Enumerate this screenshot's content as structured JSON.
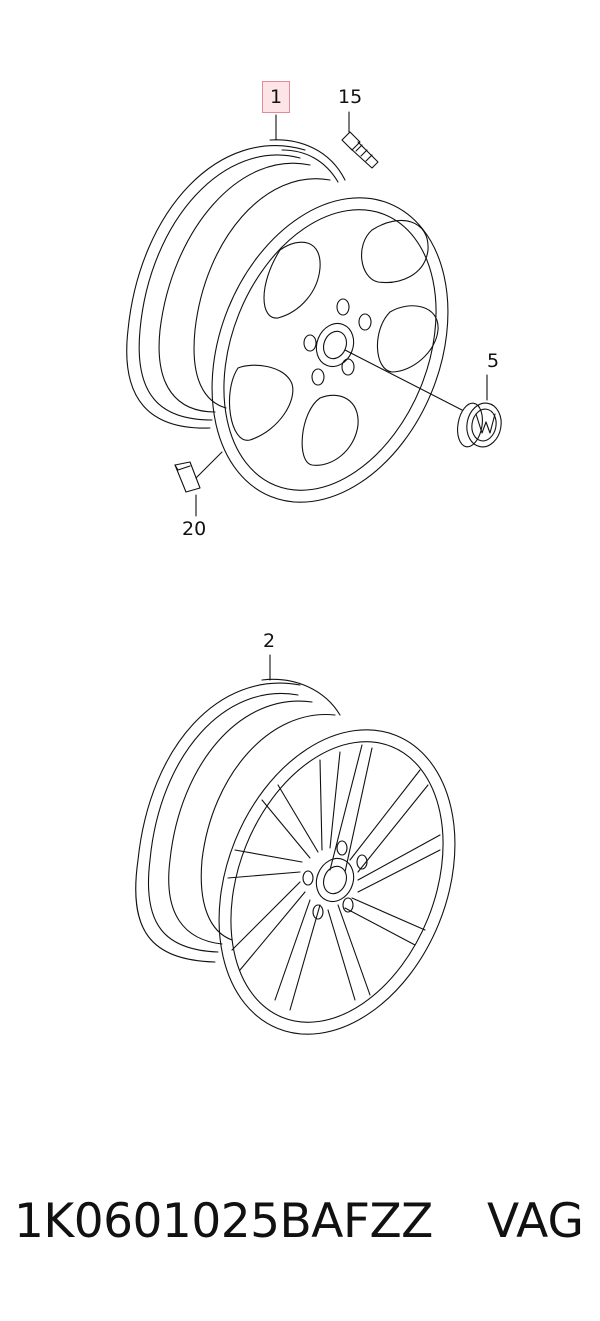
{
  "callouts": {
    "wheel_1": "1",
    "bolt_15": "15",
    "cap_5": "5",
    "weight_20": "20",
    "wheel_2": "2"
  },
  "footer": {
    "part_number": "1K0601025BAFZZ",
    "brand": "VAG"
  },
  "colors": {
    "line": "#111111",
    "highlight_fill": "#fde4e6",
    "highlight_border": "#e58a98"
  }
}
